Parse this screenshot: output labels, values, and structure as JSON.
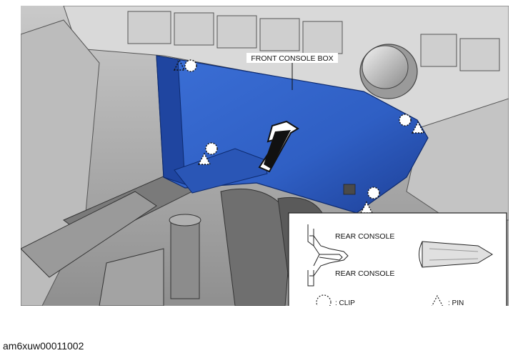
{
  "figure": {
    "callout_label": "FRONT CONSOLE BOX",
    "inset": {
      "upper_label": "REAR CONSOLE",
      "lower_label": "REAR CONSOLE",
      "legend_clip": ": CLIP",
      "legend_pin": ": PIN"
    }
  },
  "caption": "am6xuw00011002",
  "colors": {
    "panel_blue": "#2f5fc4",
    "panel_blue_dark": "#1f45a0",
    "background_gray": "#d6d6d6"
  }
}
